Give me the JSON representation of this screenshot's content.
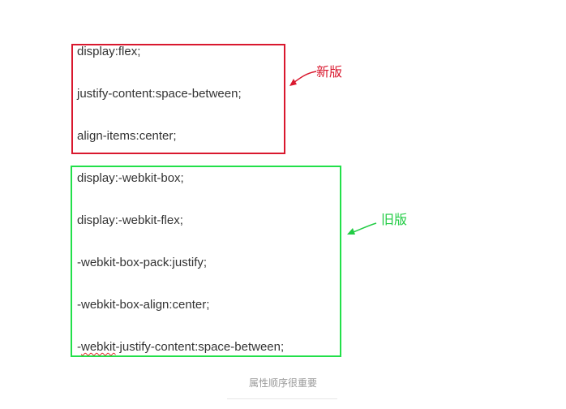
{
  "new_version": {
    "lines": [
      "display:flex;",
      "justify-content:space-between;",
      "align-items:center;"
    ],
    "label": "新版",
    "color": "#d9182e"
  },
  "old_version": {
    "lines": [
      "display:-webkit-box;",
      "display:-webkit-flex;",
      "-webkit-box-pack:justify;",
      "-webkit-box-align:center;"
    ],
    "last_line_prefix": "-",
    "last_line_underlined": "webkit",
    "last_line_rest": "-justify-content:space-between;",
    "label": "旧版",
    "color": "#22e04a"
  },
  "caption": "属性顺序很重要"
}
